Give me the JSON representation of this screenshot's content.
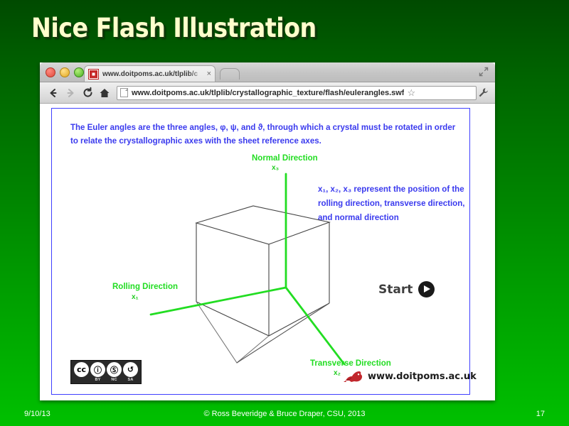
{
  "slide": {
    "title": "Nice Flash Illustration",
    "accent_green_dark": "#006400",
    "accent_green_light": "#00c000",
    "title_color": "#ffffcc"
  },
  "browser": {
    "traffic_lights": [
      "close",
      "minimize",
      "zoom"
    ],
    "expand_icon": "expand-arrows-icon",
    "tab": {
      "favicon": "cambridge-shield-icon",
      "title": "www.doitpoms.ac.uk/tlplib/c",
      "close_label": "×"
    },
    "new_tab_label": "",
    "nav": {
      "back_icon": "back-arrow-icon",
      "forward_icon": "forward-arrow-icon",
      "reload_icon": "reload-icon",
      "home_icon": "home-icon"
    },
    "omnibox": {
      "page_icon": "page-icon",
      "url_host": "www.doitpoms.ac.uk",
      "url_path": "/tlplib/crystallographic_texture/flash/eulerangles.swf",
      "url_full": "www.doitpoms.ac.uk/tlplib/crystallographic_texture/flash/eulerangles.swf",
      "star_icon": "star-icon",
      "wrench_icon": "wrench-icon"
    }
  },
  "flash": {
    "border_color": "#4040ff",
    "text_color": "#3a3aee",
    "axis_color": "#22dd22",
    "intro_text": "The Euler angles are the three angles, φ, ψ, and ϑ, through which a crystal must be rotated in order to relate the crystallographic axes with the sheet reference axes.",
    "side_text": "x₁, x₂, x₃ represent the position of the rolling direction, transverse direction, and normal direction",
    "axes": [
      {
        "name": "normal",
        "label": "Normal Direction",
        "tag": "x₃"
      },
      {
        "name": "rolling",
        "label": "Rolling Direction",
        "tag": "x₁"
      },
      {
        "name": "transverse",
        "label": "Transverse Direction",
        "tag": "x₂"
      }
    ],
    "start": {
      "label": "Start",
      "icon": "play-icon"
    },
    "cc_license": {
      "main": "cc",
      "items": [
        {
          "glyph": "ⓘ",
          "sub": "BY"
        },
        {
          "glyph": "Ⓢ",
          "sub": "NC"
        },
        {
          "glyph": "↺",
          "sub": "SA"
        }
      ]
    },
    "logo": {
      "icon": "doitpoms-dragon-icon",
      "text": "www.doitpoms.ac.uk"
    }
  },
  "footer": {
    "date": "9/10/13",
    "copyright": "© Ross Beveridge & Bruce Draper, CSU, 2013",
    "page_number": "17"
  }
}
